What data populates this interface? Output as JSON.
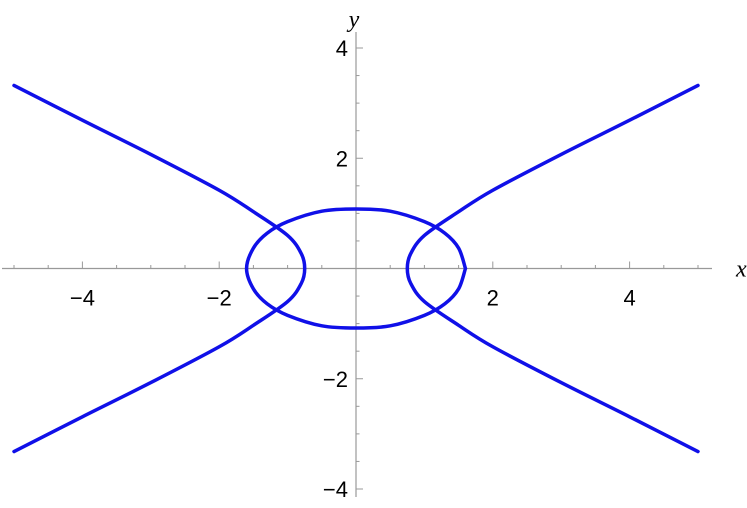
{
  "chart_data": {
    "type": "line",
    "title": "",
    "xlabel": "x",
    "ylabel": "y",
    "xlim": [
      -5,
      5
    ],
    "ylim": [
      -4,
      4
    ],
    "x_ticks": [
      {
        "value": -4,
        "label": "−4"
      },
      {
        "value": -2,
        "label": "−2"
      },
      {
        "value": 2,
        "label": "2"
      },
      {
        "value": 4,
        "label": "4"
      }
    ],
    "y_ticks": [
      {
        "value": -4,
        "label": "−4"
      },
      {
        "value": -2,
        "label": "−2"
      },
      {
        "value": 2,
        "label": "2"
      },
      {
        "value": 4,
        "label": "4"
      }
    ],
    "grid": false,
    "legend": "none",
    "colors": {
      "curve": "#1010e8",
      "axes": "#999999"
    },
    "series": [
      {
        "kind": "ellipse",
        "color": "#1010e8",
        "points": [
          [
            1.6,
            0
          ],
          [
            1.5,
            0.37
          ],
          [
            1.3,
            0.64
          ],
          [
            1.0,
            0.85
          ],
          [
            0.5,
            1.04
          ],
          [
            0,
            1.08
          ],
          [
            -0.5,
            1.04
          ],
          [
            -1.0,
            0.85
          ],
          [
            -1.3,
            0.64
          ],
          [
            -1.5,
            0.37
          ],
          [
            -1.6,
            0
          ],
          [
            -1.5,
            -0.37
          ],
          [
            -1.3,
            -0.64
          ],
          [
            -1.0,
            -0.85
          ],
          [
            -0.5,
            -1.04
          ],
          [
            0,
            -1.08
          ],
          [
            0.5,
            -1.04
          ],
          [
            1.0,
            -0.85
          ],
          [
            1.3,
            -0.64
          ],
          [
            1.5,
            -0.37
          ],
          [
            1.6,
            0
          ]
        ]
      },
      {
        "kind": "hyperbola-right",
        "color": "#1010e8",
        "points": [
          [
            5.0,
            3.32
          ],
          [
            4.0,
            2.69
          ],
          [
            3.0,
            2.07
          ],
          [
            2.0,
            1.42
          ],
          [
            1.5,
            1.03
          ],
          [
            1.0,
            0.6
          ],
          [
            0.8,
            0.27
          ],
          [
            0.75,
            0
          ],
          [
            0.8,
            -0.27
          ],
          [
            1.0,
            -0.6
          ],
          [
            1.5,
            -1.03
          ],
          [
            2.0,
            -1.42
          ],
          [
            3.0,
            -2.07
          ],
          [
            4.0,
            -2.69
          ],
          [
            5.0,
            -3.32
          ]
        ]
      },
      {
        "kind": "hyperbola-left",
        "color": "#1010e8",
        "points": [
          [
            -5.0,
            3.32
          ],
          [
            -4.0,
            2.69
          ],
          [
            -3.0,
            2.07
          ],
          [
            -2.0,
            1.42
          ],
          [
            -1.5,
            1.03
          ],
          [
            -1.0,
            0.6
          ],
          [
            -0.8,
            0.27
          ],
          [
            -0.75,
            0
          ],
          [
            -0.8,
            -0.27
          ],
          [
            -1.0,
            -0.6
          ],
          [
            -1.5,
            -1.03
          ],
          [
            -2.0,
            -1.42
          ],
          [
            -3.0,
            -2.07
          ],
          [
            -4.0,
            -2.69
          ],
          [
            -5.0,
            -3.32
          ]
        ]
      }
    ]
  }
}
